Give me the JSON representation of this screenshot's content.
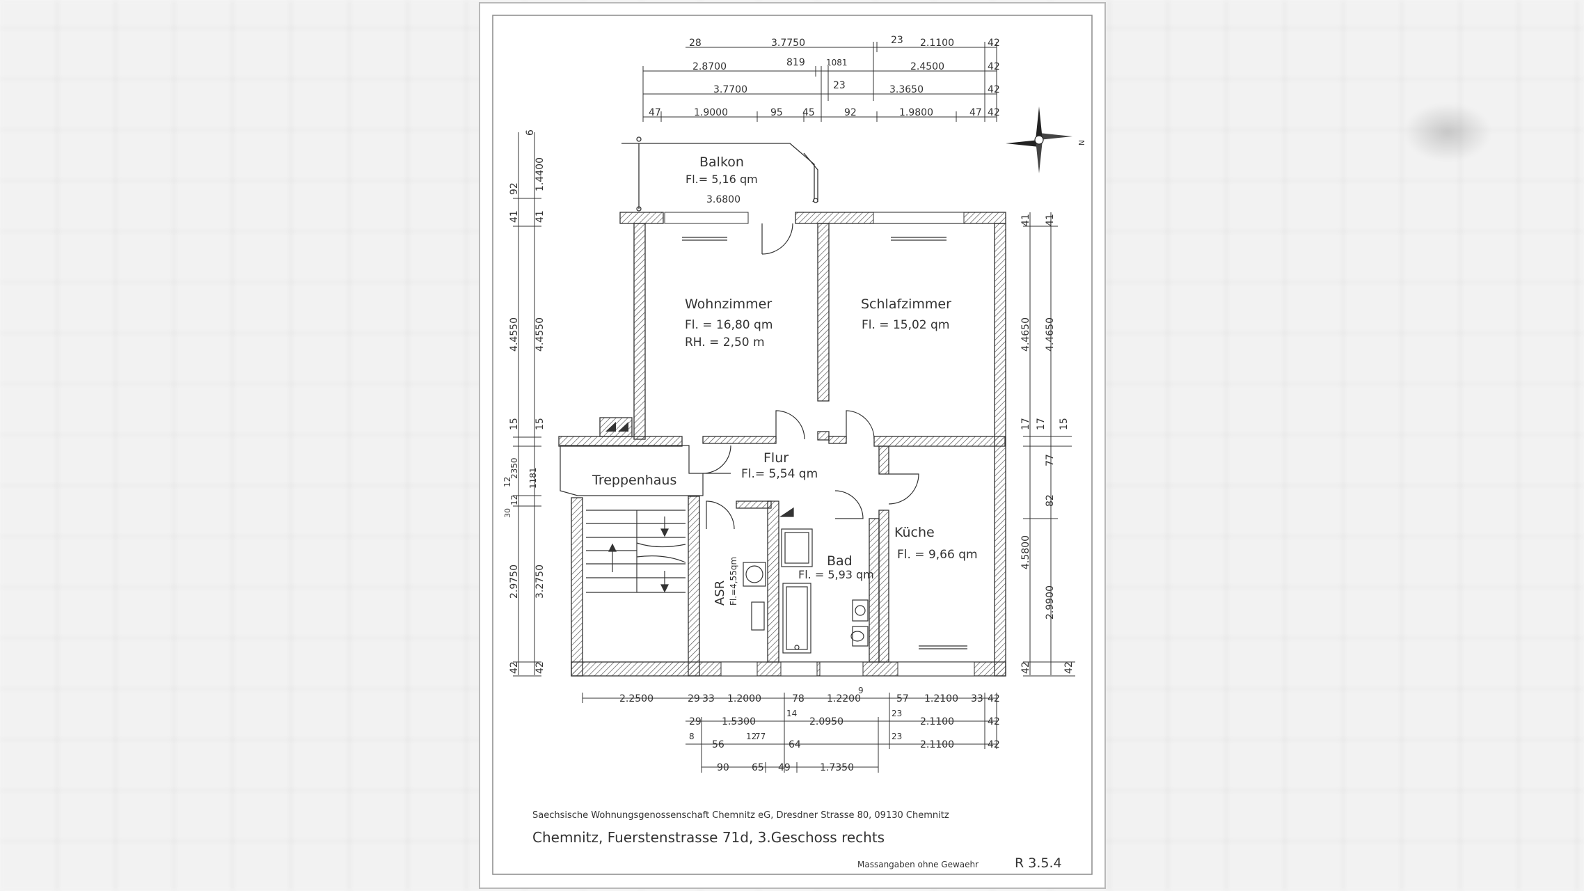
{
  "plan": {
    "rooms": {
      "balkon": {
        "name": "Balkon",
        "area": "Fl.= 5,16 qm",
        "width": "3.6800"
      },
      "wohnzimmer": {
        "name": "Wohnzimmer",
        "area": "Fl. = 16,80 qm",
        "height": "RH. = 2,50 m"
      },
      "schlafzimmer": {
        "name": "Schlafzimmer",
        "area": "Fl. = 15,02 qm"
      },
      "flur": {
        "name": "Flur",
        "area": "Fl.= 5,54 qm"
      },
      "treppenhaus": {
        "name": "Treppenhaus"
      },
      "kueche": {
        "name": "Küche",
        "area": "Fl. = 9,66 qm"
      },
      "bad": {
        "name": "Bad",
        "area": "Fl. = 5,93 qm"
      },
      "asr": {
        "name": "ASR",
        "area": "Fl.=4,55qm"
      }
    },
    "dims_top": [
      [
        "28",
        "3.7750",
        "23",
        "2.1100",
        "42"
      ],
      [
        "2.8700",
        "819",
        "1081",
        "2.4500",
        "42"
      ],
      [
        "3.7700",
        "23",
        "3.3650",
        "42"
      ],
      [
        "47",
        "1.9000",
        "95",
        "45",
        "92",
        "1.9800",
        "47",
        "42"
      ]
    ],
    "dims_left": [
      "6",
      "1.4400",
      "92",
      "41",
      "41",
      "4.4550",
      "4.4550",
      "15",
      "15",
      "2350",
      "12",
      "1181",
      "12",
      "30",
      "2.9750",
      "3.2750",
      "42",
      "42"
    ],
    "dims_right": [
      "41",
      "41",
      "4.4650",
      "4.4650",
      "17",
      "17",
      "15",
      "77",
      "82",
      "4.5800",
      "2.9900",
      "42",
      "42"
    ],
    "dims_bottom": [
      [
        "2.2500",
        "29",
        "33",
        "1.2000",
        "78",
        "9",
        "1.2200",
        "57",
        "1.2100",
        "33",
        "42"
      ],
      [
        "29",
        "1.5300",
        "14",
        "2.0950",
        "23",
        "2.1100",
        "42"
      ],
      [
        "8",
        "56",
        "12",
        "77",
        "64",
        "23",
        "2.1100",
        "42"
      ],
      [
        "90",
        "65",
        "49",
        "1.7350"
      ]
    ],
    "compass_label": "N"
  },
  "footer": {
    "company": "Saechsische Wohnungsgenossenschaft Chemnitz eG, Dresdner Strasse 80,  09130 Chemnitz",
    "address": "Chemnitz, Fuerstenstrasse 71d,   3.Geschoss rechts",
    "disclaimer": "Massangaben ohne Gewaehr",
    "ref": "R 3.5.4"
  },
  "colors": {
    "line": "#333333",
    "hatch": "#555555",
    "page_border": "#8a8a8a"
  }
}
